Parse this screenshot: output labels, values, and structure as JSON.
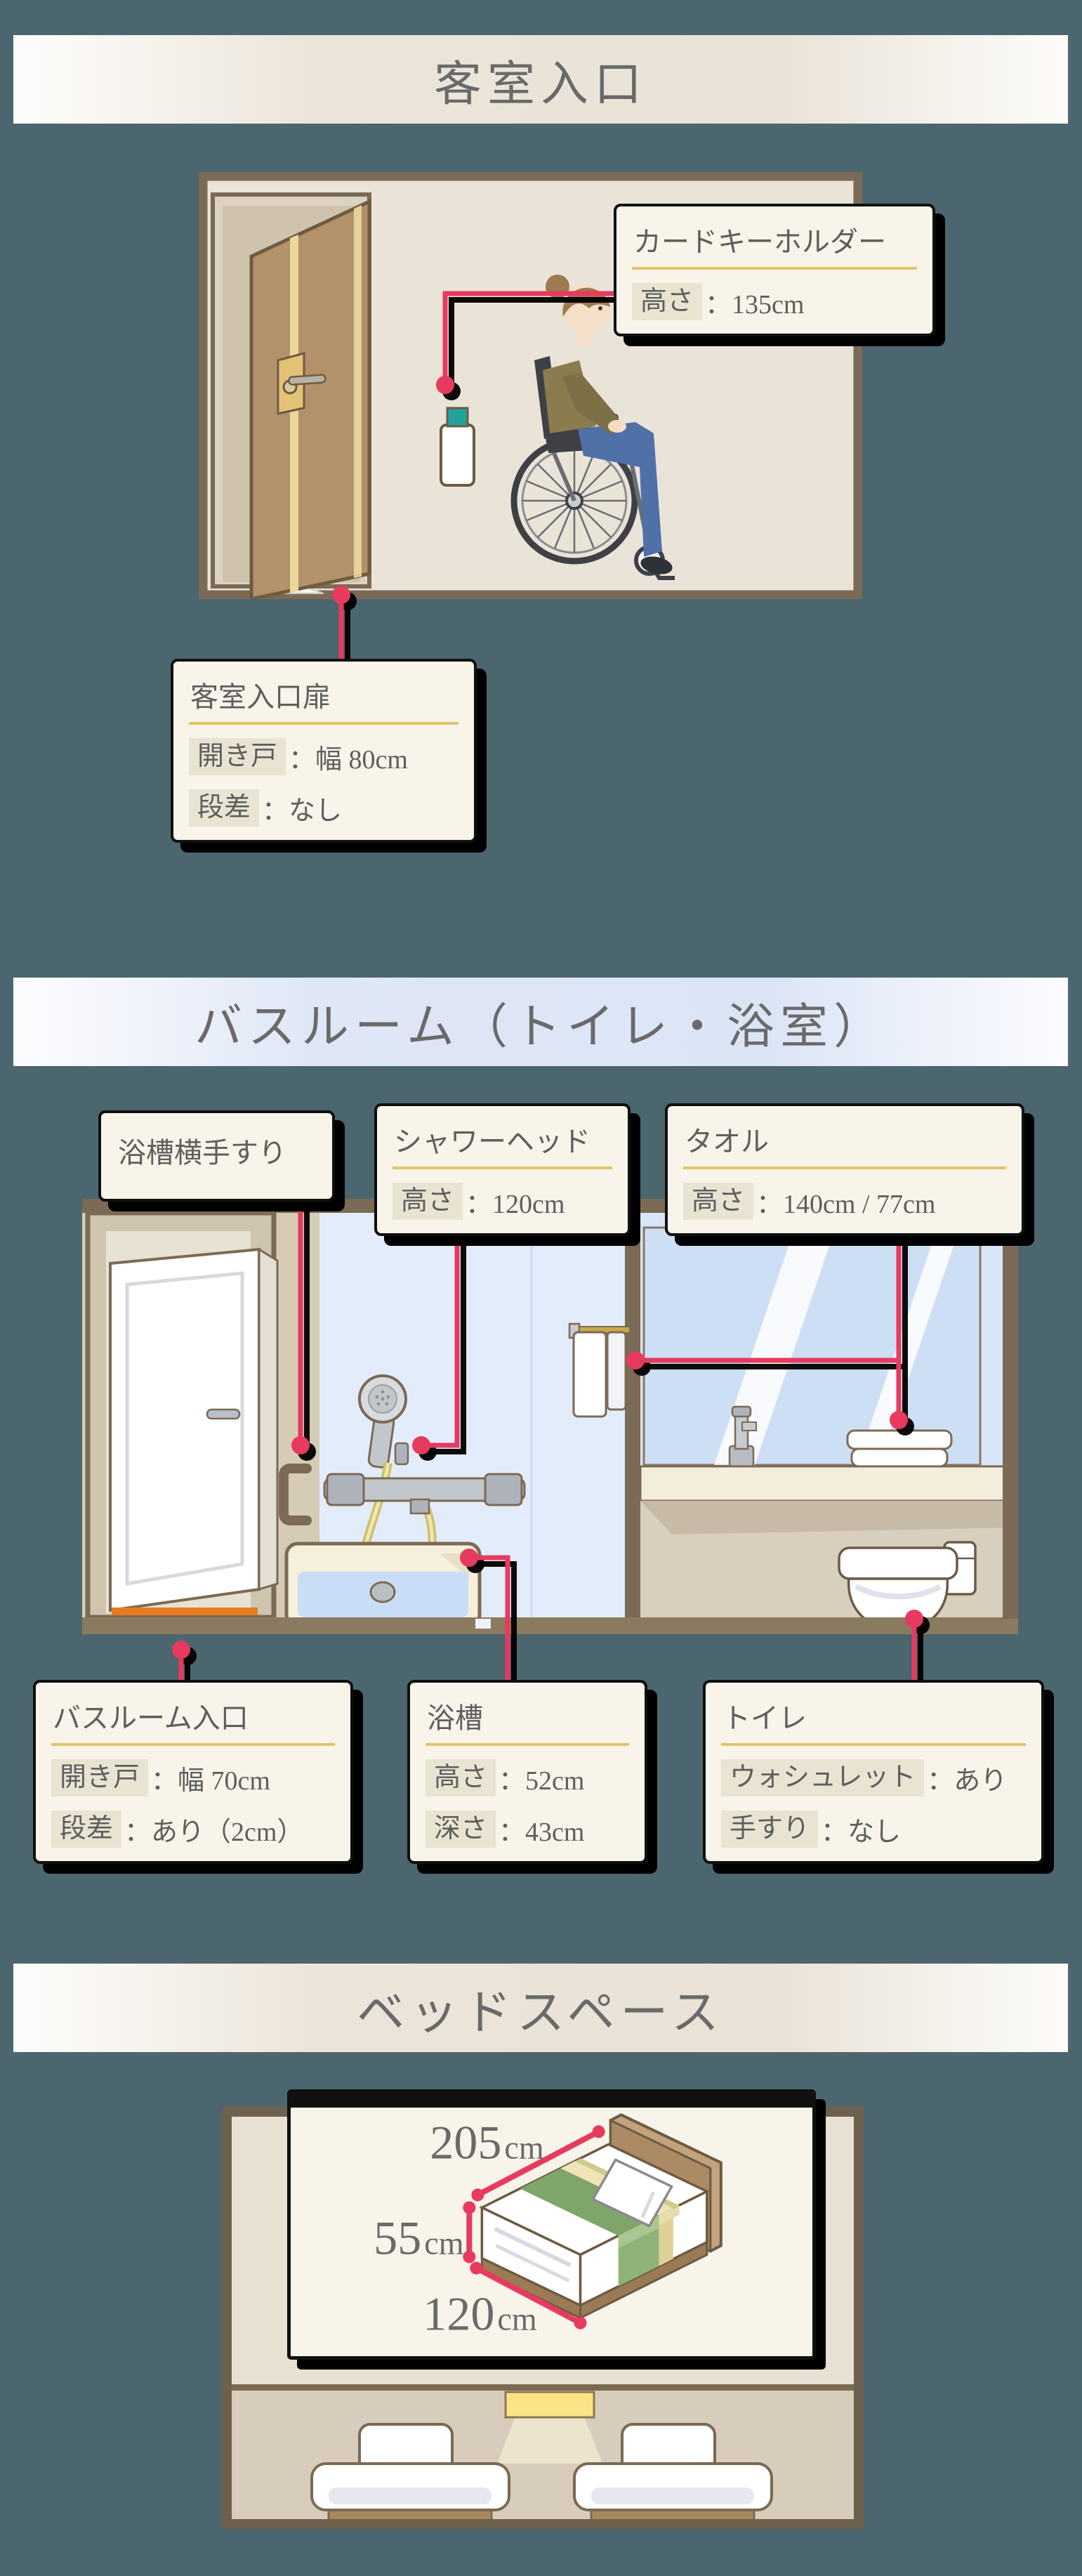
{
  "sections": [
    {
      "id": "entrance",
      "title": "客室入口"
    },
    {
      "id": "bathroom",
      "title": "バスルーム（トイレ・浴室）"
    },
    {
      "id": "bedspace",
      "title": "ベッドスペース"
    }
  ],
  "labels": {
    "card_key": {
      "title": "カードキーホルダー",
      "rows": [
        {
          "key": "高さ",
          "value": "：135cm"
        }
      ]
    },
    "entrance_door": {
      "title": "客室入口扉",
      "rows": [
        {
          "key": "開き戸",
          "value": "：幅 80cm"
        },
        {
          "key": "段差",
          "value": "：なし"
        }
      ]
    },
    "bath_grab_bar": {
      "title": "浴槽横手すり",
      "rows": []
    },
    "shower_head": {
      "title": "シャワーヘッド",
      "rows": [
        {
          "key": "高さ",
          "value": "：120cm"
        }
      ]
    },
    "towel": {
      "title": "タオル",
      "rows": [
        {
          "key": "高さ",
          "value": "：140cm / 77cm"
        }
      ]
    },
    "bathroom_entrance": {
      "title": "バスルーム入口",
      "rows": [
        {
          "key": "開き戸",
          "value": "：幅 70cm"
        },
        {
          "key": "段差",
          "value": "：あり（2cm）"
        }
      ]
    },
    "bathtub": {
      "title": "浴槽",
      "rows": [
        {
          "key": "高さ",
          "value": "：52cm"
        },
        {
          "key": "深さ",
          "value": "：43cm"
        }
      ]
    },
    "toilet": {
      "title": "トイレ",
      "rows": [
        {
          "key": "ウォシュレット",
          "value": "：あり"
        },
        {
          "key": "手すり",
          "value": "：なし"
        }
      ]
    }
  },
  "bed": {
    "length_num": "205",
    "length_unit": "cm",
    "height_num": "55",
    "height_unit": "cm",
    "width_num": "120",
    "width_unit": "cm"
  },
  "colors": {
    "background_teal": "#4b666e",
    "accent_red": "#e73a5f",
    "gold_divider": "#e2c46a",
    "box_cream": "#f8f4e9",
    "wood_brown": "#b3916b"
  }
}
